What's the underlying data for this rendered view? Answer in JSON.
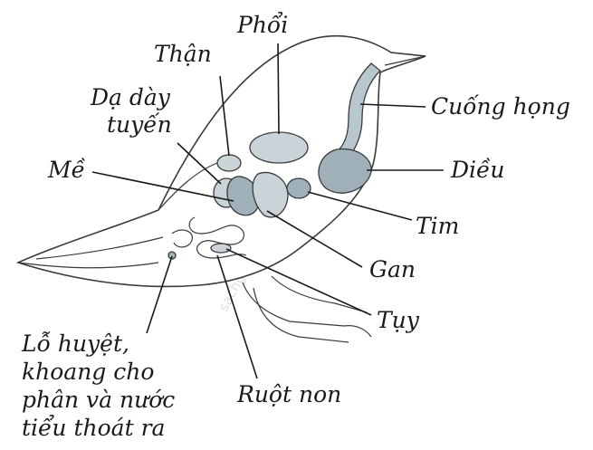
{
  "labels": {
    "phoi": "Phổi",
    "than": "Thận",
    "da_day_tuyen_1": "Dạ dày",
    "da_day_tuyen_2": "tuyến",
    "me": "Mề",
    "cuong_hong": "Cuống họng",
    "dieu": "Diều",
    "tim": "Tim",
    "gan": "Gan",
    "tuy": "Tụy",
    "lo_huyet_1": "Lỗ huyệt,",
    "lo_huyet_2": "khoang cho",
    "lo_huyet_3": "phân và nước",
    "lo_huyet_4": "tiểu thoát ra",
    "ruot_non": "Ruột non"
  },
  "watermark": "sachgiaokhoa.info"
}
